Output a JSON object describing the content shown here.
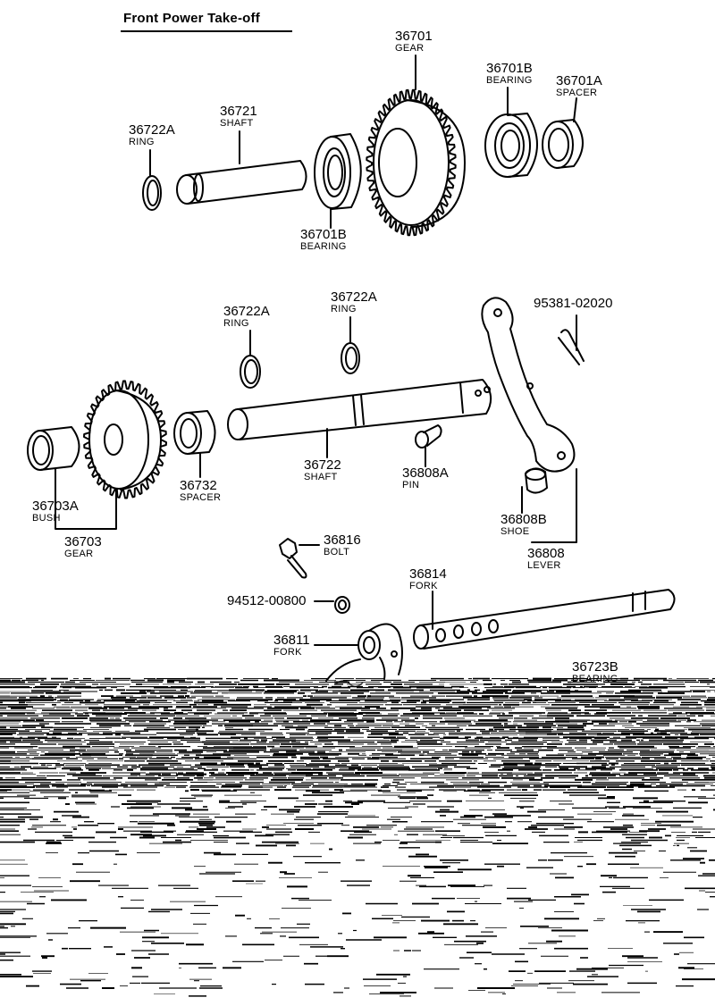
{
  "title": "Front Power Take-off",
  "parts": {
    "p36701": {
      "num": "36701",
      "name": "GEAR"
    },
    "p36701B_top": {
      "num": "36701B",
      "name": "BEARING"
    },
    "p36701A": {
      "num": "36701A",
      "name": "SPACER"
    },
    "p36721": {
      "num": "36721",
      "name": "SHAFT"
    },
    "p36722A_top": {
      "num": "36722A",
      "name": "RING"
    },
    "p36701B_low": {
      "num": "36701B",
      "name": "BEARING"
    },
    "p36722A_a": {
      "num": "36722A",
      "name": "RING"
    },
    "p36722A_b": {
      "num": "36722A",
      "name": "RING"
    },
    "p95381": {
      "num": "95381-02020"
    },
    "p36722": {
      "num": "36722",
      "name": "SHAFT"
    },
    "p36808A": {
      "num": "36808A",
      "name": "PIN"
    },
    "p36732": {
      "num": "36732",
      "name": "SPACER"
    },
    "p36703A": {
      "num": "36703A",
      "name": "BUSH"
    },
    "p36703": {
      "num": "36703",
      "name": "GEAR"
    },
    "p36808B": {
      "num": "36808B",
      "name": "SHOE"
    },
    "p36808": {
      "num": "36808",
      "name": "LEVER"
    },
    "p36816": {
      "num": "36816",
      "name": "BOLT"
    },
    "p94512": {
      "num": "94512-00800"
    },
    "p36814": {
      "num": "36814",
      "name": "FORK"
    },
    "p36811": {
      "num": "36811",
      "name": "FORK"
    },
    "p36723B": {
      "num": "36723B",
      "name": "BEARING"
    }
  }
}
